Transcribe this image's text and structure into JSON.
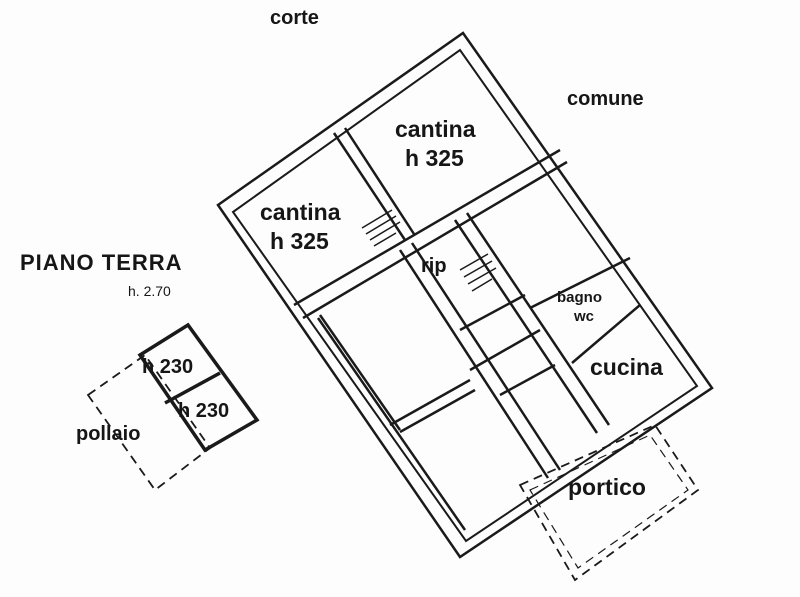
{
  "title": "PIANO   TERRA",
  "height_note": "h. 2.70",
  "outside": {
    "corte": "corte",
    "comune": "comune"
  },
  "rooms": {
    "cantina1": {
      "name": "cantina",
      "h": "h 325"
    },
    "cantina2": {
      "name": "cantina",
      "h": "h 325"
    },
    "rip": "rip",
    "bagno": "bagno",
    "wc": "wc",
    "cucina": "cucina",
    "portico": "portico",
    "pollaio": "pollaio",
    "pollaio_h1": "h 230",
    "pollaio_h2": "h 230"
  }
}
